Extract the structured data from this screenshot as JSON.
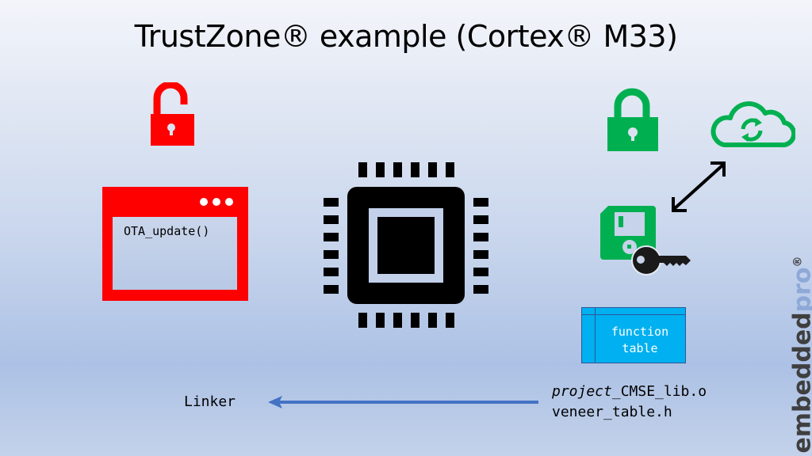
{
  "title": "TrustZone® example (Cortex® M33)",
  "non_secure": {
    "lock_icon": "unlocked-padlock-icon",
    "window_icon": "app-window-icon",
    "window_text": "OTA_update()",
    "color": "#ff0000"
  },
  "center": {
    "chip_icon": "cpu-chip-icon"
  },
  "secure": {
    "lock_icon": "locked-padlock-icon",
    "cloud_icon": "cloud-sync-icon",
    "storage_icon": "floppy-disk-icon",
    "key_icon": "key-icon",
    "color": "#00b050",
    "function_table": {
      "line1": "function",
      "line2": "table",
      "color": "#00b0f0"
    }
  },
  "bottom": {
    "linker_label": "Linker",
    "file1_italic": "project",
    "file1_rest": "_CMSE_lib.o",
    "file2": "veneer_table.h",
    "arrow_color": "#4472c4"
  },
  "brand": {
    "part1": "embedded",
    "part2": "pro",
    "mark": "®"
  }
}
